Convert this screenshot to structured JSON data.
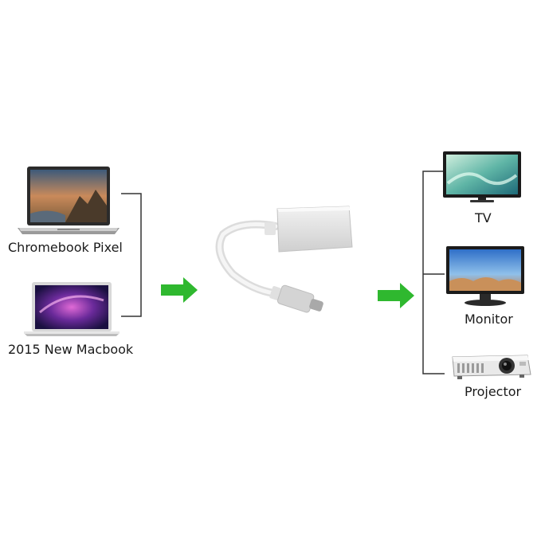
{
  "sources": [
    {
      "label": "Chromebook Pixel",
      "icon": "laptop-chromebook-icon"
    },
    {
      "label": "2015 New Macbook",
      "icon": "laptop-macbook-icon"
    }
  ],
  "adapter": {
    "icon": "usb-c-to-hdmi-adapter-icon"
  },
  "targets": [
    {
      "label": "TV",
      "icon": "tv-icon"
    },
    {
      "label": "Monitor",
      "icon": "monitor-icon"
    },
    {
      "label": "Projector",
      "icon": "projector-icon"
    }
  ],
  "colors": {
    "arrow": "#2fb82f",
    "bracket": "#333333"
  }
}
